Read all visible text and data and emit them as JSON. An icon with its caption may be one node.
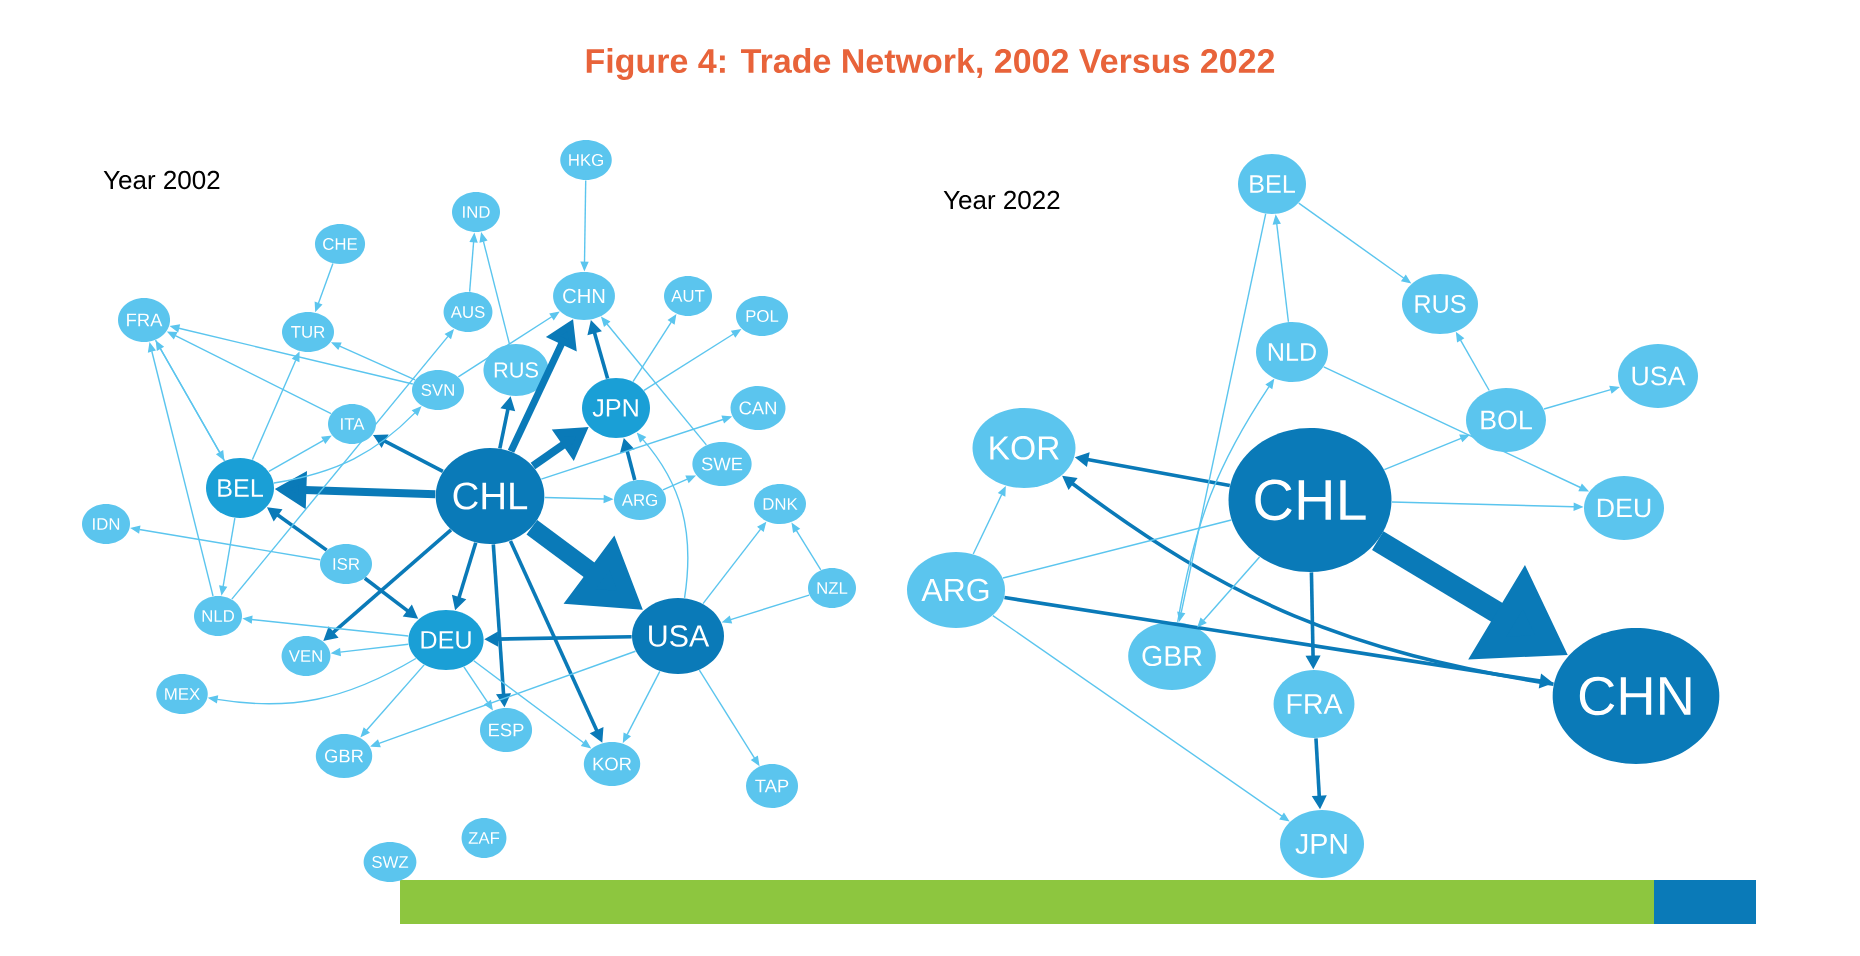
{
  "diagram": {
    "title": "Figure 4: Trade Network, 2002 Versus 2022",
    "nodes": [
      {
        "text": [
          "HKG"
        ]
      },
      {
        "text": [
          "IND"
        ]
      },
      {
        "text": [
          "CHE"
        ]
      },
      {
        "text": [
          "CHN"
        ]
      },
      {
        "text": [
          "AUT"
        ]
      },
      {
        "text": [
          "POL"
        ]
      },
      {
        "text": [
          "FRA"
        ]
      },
      {
        "text": [
          "TUR"
        ]
      },
      {
        "text": [
          "AUS"
        ]
      },
      {
        "text": [
          "RUS"
        ]
      },
      {
        "text": [
          "SVN"
        ]
      },
      {
        "text": [
          "JPN"
        ]
      },
      {
        "text": [
          "CAN"
        ]
      },
      {
        "text": [
          "ITA"
        ]
      },
      {
        "text": [
          "SWE"
        ]
      },
      {
        "text": [
          "BEL"
        ]
      },
      {
        "text": [
          "CHL"
        ]
      },
      {
        "text": [
          "ARG"
        ]
      },
      {
        "text": [
          "DNK"
        ]
      },
      {
        "text": [
          "IDN"
        ]
      },
      {
        "text": [
          "ISR"
        ]
      },
      {
        "text": [
          "NZL"
        ]
      },
      {
        "text": [
          "NLD"
        ]
      },
      {
        "text": [
          "DEU"
        ]
      },
      {
        "text": [
          "USA"
        ]
      },
      {
        "text": [
          "VEN"
        ]
      },
      {
        "text": [
          "MEX"
        ]
      },
      {
        "text": [
          "ESP"
        ]
      },
      {
        "text": [
          "GBR"
        ]
      },
      {
        "text": [
          "KOR"
        ]
      },
      {
        "text": [
          "TAP"
        ]
      },
      {
        "text": [
          "ZAF"
        ]
      },
      {
        "text": [
          "SWZ"
        ]
      },
      {
        "text": [
          "BEL"
        ]
      },
      {
        "text": [
          "RUS"
        ]
      },
      {
        "text": [
          "NLD"
        ]
      },
      {
        "text": [
          "USA"
        ]
      },
      {
        "text": [
          "BOL"
        ]
      },
      {
        "text": [
          "KOR"
        ]
      },
      {
        "text": [
          "CHL"
        ]
      },
      {
        "text": [
          "DEU"
        ]
      },
      {
        "text": [
          "ARG"
        ]
      },
      {
        "text": [
          "GBR"
        ]
      },
      {
        "text": [
          "FRA"
        ]
      },
      {
        "text": [
          "CHN"
        ]
      },
      {
        "text": [
          "JPN"
        ]
      }
    ],
    "edges": [
      {
        "from": 16,
        "to": 24,
        "arrow": "to",
        "style": "thick",
        "color": "#0a7ab8"
      },
      {
        "from": 16,
        "to": 15,
        "arrow": "to",
        "style": "thick",
        "color": "#0a7ab8"
      },
      {
        "from": 16,
        "to": 11,
        "arrow": "to",
        "style": "thick",
        "color": "#0a7ab8"
      },
      {
        "from": 16,
        "to": 3,
        "arrow": "to",
        "style": "thick",
        "color": "#0a7ab8"
      },
      {
        "from": 16,
        "to": 9,
        "arrow": "to",
        "color": "#0a7ab8"
      },
      {
        "from": 16,
        "to": 13,
        "arrow": "to",
        "color": "#0a7ab8"
      },
      {
        "from": 16,
        "to": 23,
        "arrow": "to",
        "color": "#0a7ab8"
      },
      {
        "from": 16,
        "to": 29,
        "arrow": "to",
        "color": "#0a7ab8"
      },
      {
        "from": 16,
        "to": 27,
        "arrow": "to",
        "color": "#0a7ab8"
      },
      {
        "from": 16,
        "to": 25,
        "arrow": "to",
        "color": "#0a7ab8"
      },
      {
        "from": 17,
        "to": 11,
        "arrow": "to",
        "color": "#0a7ab8"
      },
      {
        "from": 11,
        "to": 3,
        "arrow": "to",
        "color": "#0a7ab8"
      },
      {
        "from": 24,
        "to": 23,
        "arrow": "to",
        "color": "#0a7ab8"
      },
      {
        "from": 20,
        "to": 15,
        "arrow": "to",
        "color": "#0a7ab8"
      },
      {
        "from": 20,
        "to": 23,
        "arrow": "to",
        "color": "#0a7ab8"
      },
      {
        "from": 0,
        "to": 3,
        "arrow": "to"
      },
      {
        "from": 2,
        "to": 7,
        "arrow": "to"
      },
      {
        "from": 15,
        "to": 7,
        "arrow": "to"
      },
      {
        "from": 15,
        "to": 6,
        "arrow": "to"
      },
      {
        "from": 6,
        "to": 15,
        "arrow": "to"
      },
      {
        "from": 15,
        "to": 13,
        "arrow": "to"
      },
      {
        "from": 10,
        "to": 6,
        "arrow": "to"
      },
      {
        "from": 10,
        "to": 7,
        "arrow": "to"
      },
      {
        "from": 13,
        "to": 6,
        "arrow": "to"
      },
      {
        "from": 22,
        "to": 6,
        "arrow": "to"
      },
      {
        "from": 15,
        "to": 22,
        "arrow": "to"
      },
      {
        "from": 20,
        "to": 19,
        "arrow": "to"
      },
      {
        "from": 23,
        "to": 22,
        "arrow": "to"
      },
      {
        "from": 23,
        "to": 25,
        "arrow": "to"
      },
      {
        "from": 23,
        "to": 28,
        "arrow": "to"
      },
      {
        "from": 23,
        "to": 27,
        "arrow": "to"
      },
      {
        "from": 23,
        "to": 29,
        "arrow": "to"
      },
      {
        "from": 24,
        "to": 29,
        "arrow": "to"
      },
      {
        "from": 24,
        "to": 30,
        "arrow": "to"
      },
      {
        "from": 21,
        "to": 24,
        "arrow": "to"
      },
      {
        "from": 21,
        "to": 18,
        "arrow": "to"
      },
      {
        "from": 11,
        "to": 4,
        "arrow": "to"
      },
      {
        "from": 11,
        "to": 5,
        "arrow": "to"
      },
      {
        "from": 16,
        "to": 12,
        "arrow": "to"
      },
      {
        "from": 16,
        "to": 17,
        "arrow": "to"
      },
      {
        "from": 17,
        "to": 14,
        "arrow": "to"
      },
      {
        "from": 14,
        "to": 3,
        "arrow": "to"
      },
      {
        "from": 24,
        "to": 18,
        "arrow": "to"
      },
      {
        "from": 9,
        "to": 1,
        "arrow": "to"
      },
      {
        "from": 8,
        "to": 1,
        "arrow": "to"
      },
      {
        "from": 10,
        "to": 3,
        "arrow": "to"
      },
      {
        "from": 23,
        "to": 26,
        "arrow": "to"
      },
      {
        "from": 24,
        "to": 28,
        "arrow": "to"
      },
      {
        "from": 24,
        "to": 11,
        "arrow": "to"
      },
      {
        "from": 15,
        "to": 10,
        "arrow": "to"
      },
      {
        "from": 22,
        "to": 8,
        "arrow": "to"
      },
      {
        "from": 39,
        "to": 44,
        "arrow": "to",
        "style": "thick",
        "color": "#0a7ab8"
      },
      {
        "from": 39,
        "to": 38,
        "arrow": "to",
        "color": "#0a7ab8"
      },
      {
        "from": 39,
        "to": 43,
        "arrow": "to",
        "color": "#0a7ab8"
      },
      {
        "from": 43,
        "to": 45,
        "arrow": "to",
        "color": "#0a7ab8"
      },
      {
        "from": 44,
        "to": 38,
        "arrow": "to",
        "color": "#0a7ab8"
      },
      {
        "from": 41,
        "to": 44,
        "arrow": "to",
        "color": "#0a7ab8"
      },
      {
        "from": 39,
        "to": 40,
        "arrow": "to"
      },
      {
        "from": 39,
        "to": 37,
        "arrow": "to"
      },
      {
        "from": 37,
        "to": 36,
        "arrow": "to"
      },
      {
        "from": 37,
        "to": 34,
        "arrow": "to"
      },
      {
        "from": 33,
        "to": 34,
        "arrow": "to"
      },
      {
        "from": 35,
        "to": 33,
        "arrow": "to"
      },
      {
        "from": 35,
        "to": 40,
        "arrow": "to"
      },
      {
        "from": 33,
        "to": 42,
        "arrow": "to"
      },
      {
        "from": 42,
        "to": 35,
        "arrow": "to"
      },
      {
        "from": 39,
        "to": 42,
        "arrow": "to"
      },
      {
        "from": 41,
        "to": 38,
        "arrow": "to"
      },
      {
        "from": 41,
        "to": 45,
        "arrow": "to"
      },
      {
        "from": 41,
        "to": 39,
        "arrow": "none"
      }
    ],
    "labels": [
      "Year 2002",
      "Year 2022"
    ]
  }
}
